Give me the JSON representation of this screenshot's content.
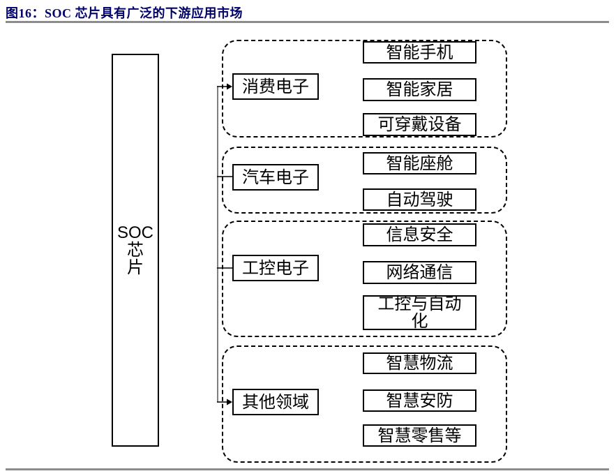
{
  "page": {
    "title": "图16：SOC 芯片具有广泛的下游应用市场",
    "title_color": "#00006B",
    "rule_color": "#8C8C8C",
    "background": "#FFFFFF"
  },
  "diagram": {
    "type": "tree",
    "line_color": "#000000",
    "connector_color": "#808080",
    "root": {
      "label": "SOC 芯片",
      "lines": [
        "SOC",
        "芯",
        "片"
      ]
    },
    "groups": [
      {
        "category": "消费电子",
        "items": [
          "智能手机",
          "智能家居",
          "可穿戴设备"
        ]
      },
      {
        "category": "汽车电子",
        "items": [
          "智能座舱",
          "自动驾驶"
        ]
      },
      {
        "category": "工控电子",
        "items": [
          "信息安全",
          "网络通信",
          "工控与自动化"
        ]
      },
      {
        "category": "其他领域",
        "items": [
          "智慧物流",
          "智慧安防",
          "智慧零售等"
        ]
      }
    ]
  }
}
